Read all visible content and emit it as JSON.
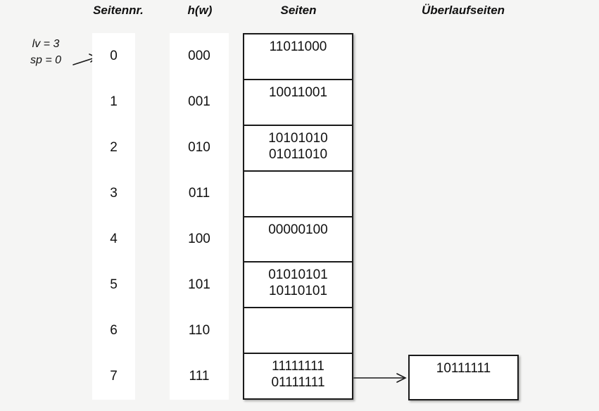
{
  "palette": {
    "background": "#f5f5f4",
    "surface": "#ffffff",
    "border": "#1a1a1a",
    "text": "#111111"
  },
  "headers": {
    "page_number": "Seitennr.",
    "hash": "h(w)",
    "pages": "Seiten",
    "overflow_pages": "Überlaufseiten"
  },
  "annotation": {
    "level": "lv = 3",
    "split_pointer": "sp = 0"
  },
  "rows": [
    {
      "nr": "0",
      "hash": "000",
      "entries": [
        "11011000"
      ]
    },
    {
      "nr": "1",
      "hash": "001",
      "entries": [
        "10011001"
      ]
    },
    {
      "nr": "2",
      "hash": "010",
      "entries": [
        "10101010",
        "01011010"
      ]
    },
    {
      "nr": "3",
      "hash": "011",
      "entries": []
    },
    {
      "nr": "4",
      "hash": "100",
      "entries": [
        "00000100"
      ]
    },
    {
      "nr": "5",
      "hash": "101",
      "entries": [
        "01010101",
        "10110101"
      ]
    },
    {
      "nr": "6",
      "hash": "110",
      "entries": []
    },
    {
      "nr": "7",
      "hash": "111",
      "entries": [
        "11111111",
        "01111111"
      ]
    }
  ],
  "overflow": {
    "attached_to_row": "7",
    "entries": [
      "10111111"
    ]
  },
  "icons": {
    "annotation_pointer": "arrow-up-right",
    "overflow_connector": "arrow-right"
  }
}
